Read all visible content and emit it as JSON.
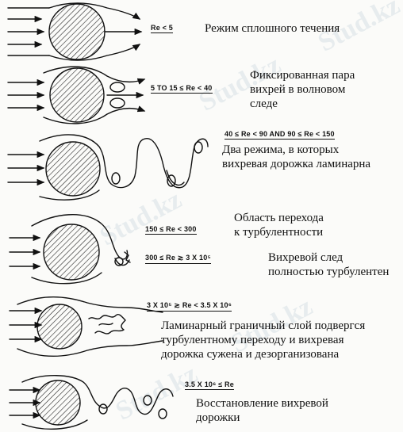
{
  "watermark": "Stud.kz",
  "regimes": [
    {
      "range_parts": [
        "Re",
        "<",
        "5"
      ],
      "description": [
        "Режим сплошного течения"
      ]
    },
    {
      "range_parts": [
        "5 TO 15",
        "≤",
        "Re",
        "<",
        "40"
      ],
      "description": [
        "Фиксированная пара",
        "вихрей в волновом",
        "следе"
      ]
    },
    {
      "range_parts": [
        "40",
        "≤",
        "Re",
        "<",
        "90 AND 90",
        "≤",
        "Re",
        "<",
        "150"
      ],
      "description": [
        "Два режима, в которых",
        "вихревая дорожка ламинарна"
      ]
    },
    {
      "range_parts": [
        "150",
        "≤",
        "Re",
        "<",
        "300"
      ],
      "description": [
        "Область перехода",
        "к турбулентности"
      ]
    },
    {
      "range_parts": [
        "300",
        "≤",
        "Re",
        "≳",
        "3 X 10⁵"
      ],
      "description": [
        "Вихревой след",
        "полностью турбулентен"
      ]
    },
    {
      "range_parts": [
        "3 X 10⁵",
        "≳",
        "Re",
        "<",
        "3.5 X 10⁶"
      ],
      "description": [
        "Ламинарный граничный слой подвергся",
        "турбулентному переходу и вихревая",
        "дорожка сужена и дезорганизована"
      ]
    },
    {
      "range_parts": [
        "3.5 X 10⁶",
        "≤",
        "Re"
      ],
      "description": [
        "Восстановление вихревой",
        "дорожки"
      ]
    }
  ]
}
